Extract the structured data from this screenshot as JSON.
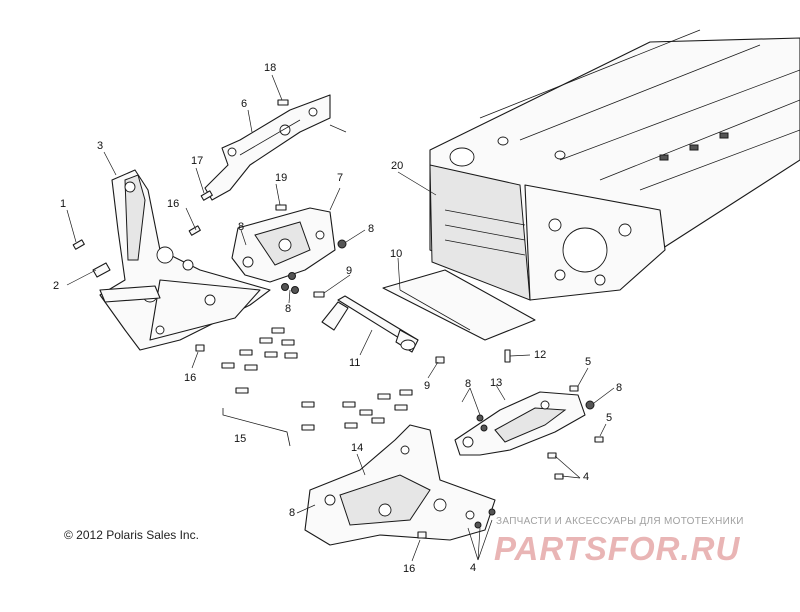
{
  "callouts": {
    "c1": "1",
    "c2": "2",
    "c3": "3",
    "c4a": "4",
    "c4b": "4",
    "c5a": "5",
    "c5b": "5",
    "c6": "6",
    "c7": "7",
    "c8a": "8",
    "c8b": "8",
    "c8c": "8",
    "c8d": "8",
    "c8e": "8",
    "c8f": "8",
    "c9a": "9",
    "c9b": "9",
    "c10": "10",
    "c11": "11",
    "c12": "12",
    "c13": "13",
    "c14": "14",
    "c15": "15",
    "c16a": "16",
    "c16b": "16",
    "c16c": "16",
    "c17": "17",
    "c18": "18",
    "c19": "19",
    "c20": "20"
  },
  "copyright": "© 2012 Polaris Sales Inc.",
  "watermark": {
    "tagline": "ЗАПЧАСТИ И АКСЕССУАРЫ ДЛЯ МОТОТЕХНИКИ",
    "logo": "PARTSFOR.RU",
    "color": "#e9b5b5"
  },
  "colors": {
    "line": "#1a1a1a",
    "background": "#ffffff"
  }
}
